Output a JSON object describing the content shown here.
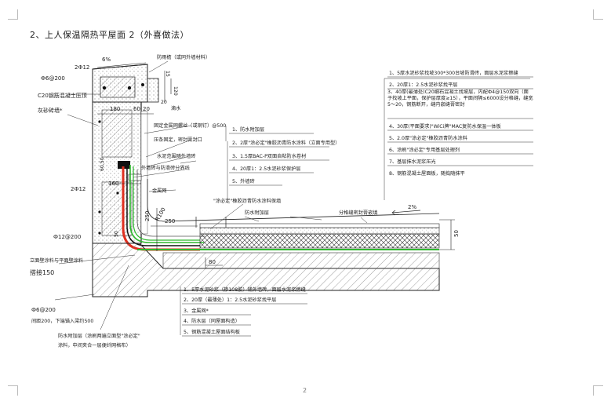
{
  "title": "2、上人保温隔热平屋面 2（外喜做法）",
  "page_number": "2",
  "top_labels": {
    "slope_6": "6%",
    "rebar_2d12_top": "2Ф12",
    "rebar_d6_200_top": "Ф6@200",
    "beam": "C20钢筋混凝土压顶",
    "plaster": "灰砂砖墙*",
    "coping": "防雨檐（或同外墙材料）",
    "drip": "滴水",
    "dim_180": "180",
    "dim_60": "60",
    "dim_20": "20",
    "dim_120": "120",
    "dim_15": "15",
    "dim_20b": "20"
  },
  "middle_labels": {
    "bolt": "固定金属网螺丝（或钢钉）@500",
    "seal": "压条固定，密封膏封口",
    "waterproof_height": "水泥范围随外墙砖",
    "wall_boundary": "外墙砖与防滑砖分界线",
    "metal_mesh": "金属网",
    "dim_60_50": "60,50",
    "dim_160": "160",
    "rebar_2d12_mid": "2Ф12",
    "dim_250": "250",
    "r100": "R100",
    "dim_250b": "250",
    "paint_protect": "\"涂必定\"橡胶沥青防水涂料保填",
    "waterproof_add": "防水附加层",
    "seam_seal": "分格缝密封膏嵌填",
    "slope_2": "2%",
    "dim_50": "50",
    "dim_80": "80",
    "rebar_d12_200": "Ф12@200",
    "stand_coat": "立面壁涂料与平面壁涂料",
    "overlap": "搭接150",
    "rebar_d6_200_bot": "Ф6@200",
    "spacing": "间距200，下端锚入梁约500",
    "waterproof_layer": "防水附加层（涂刷两遍立面型\"涂必定\"",
    "waterproof_layer2": "涂料，中间夹合一层便纤网格布）",
    "dim_50b": "50"
  },
  "legend_wall": [
    "1、防水附加层",
    "2、2厚\"涂必定\"橡胶沥青防水涂料（立面专用型）",
    "3、1.5厚BAC-P双面自粘防水卷材",
    "4、20厚1：2.5水泥砂浆保护层",
    "5、外墙砖"
  ],
  "legend_roof": [
    "1、5厚水泥砂浆找坡300*300台坡防滑砖，面层水泥浆擦缝",
    "2、20厚1：2.5水泥砂浆找平层",
    "3、40厚(最薄处)C20细石混凝土找坡层，内配Ф4@150双向（面于找坡上平面，保护层厚度≥15），平面间隔≤6000设分格缝，缝宽5～20，钢筋断开，缝内嵌缝膏密封",
    "4、30厚(平面要求)\"WiCi牌\"MAC复防水保温一体板",
    "5、2.0厚\"涂必定\"橡胶沥青防水涂料",
    "6、涂刷\"涂必定\"专用基层处理剂",
    "7、基层抹水泥浆压光",
    "8、钢筋混凝土屋面板，随捣随抹平"
  ],
  "legend_bottom": [
    "1、5厚水泥砂浆（掺108胶）铺外墙砖，面层水泥浆擦缝",
    "2、20厚（最薄处）1：2.5水泥砂浆找平层",
    "3、金属网*",
    "4、防水层（同屋面构造）",
    "5、钢筋混凝土屋面结构板"
  ],
  "colors": {
    "waterproof_red": "#e03020",
    "membrane_green": "#2fb82f",
    "mesh_black": "#111111",
    "hatch": "#666666",
    "frame": "#bbbbbb"
  }
}
